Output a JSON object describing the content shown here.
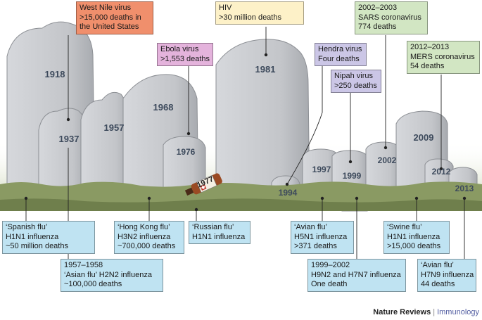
{
  "graves": [
    {
      "year": "1918"
    },
    {
      "year": "1937"
    },
    {
      "year": "1957"
    },
    {
      "year": "1968"
    },
    {
      "year": "1976"
    },
    {
      "year": "1977"
    },
    {
      "year": "1981"
    },
    {
      "year": "1994"
    },
    {
      "year": "1997"
    },
    {
      "year": "1999"
    },
    {
      "year": "2002"
    },
    {
      "year": "2009"
    },
    {
      "year": "2012"
    },
    {
      "year": "2013"
    }
  ],
  "labels": {
    "west_nile": [
      "West Nile virus",
      ">15,000 deaths in",
      "the United States"
    ],
    "ebola": [
      "Ebola virus",
      ">1,553 deaths"
    ],
    "hiv": [
      "HIV",
      ">30 million deaths"
    ],
    "hendra": [
      "Hendra virus",
      "Four deaths"
    ],
    "nipah": [
      "Nipah virus",
      ">250 deaths"
    ],
    "sars": [
      "2002–2003",
      "SARS coronavirus",
      "774 deaths"
    ],
    "mers": [
      "2012–2013",
      "MERS coronavirus",
      "54 deaths"
    ],
    "spanish": [
      "‘Spanish flu’",
      "H1N1 influenza",
      "~50 million deaths"
    ],
    "asian": [
      "1957–1958",
      "‘Asian flu’ H2N2 influenza",
      "~100,000 deaths"
    ],
    "hongkong": [
      "‘Hong Kong flu’",
      "H3N2 influenza",
      "~700,000 deaths"
    ],
    "russian": [
      "‘Russian flu’",
      "H1N1 influenza"
    ],
    "avian_h5": [
      "‘Avian flu’",
      "H5N1 influenza",
      ">371 deaths"
    ],
    "h9n2": [
      "1999–2002",
      "H9N2 and H7N7 influenza",
      "One death"
    ],
    "swine": [
      "‘Swine flu’",
      "H1N1 influenza",
      ">15,000 deaths"
    ],
    "avian_h7": [
      "‘Avian flu’",
      "H7N9 influenza",
      "44 deaths"
    ]
  },
  "credit": {
    "journal": "Nature Reviews",
    "separator": "|",
    "section": "Immunology"
  },
  "colors": {
    "blue": "#bfe3f2",
    "orange": "#f08f6c",
    "pink": "#e4b3dc",
    "yellow": "#fdf1c8",
    "lavender": "#cbc6e6",
    "green": "#d2e6c3",
    "stone": "#c6c8cc",
    "grass": "#8a9a63"
  }
}
